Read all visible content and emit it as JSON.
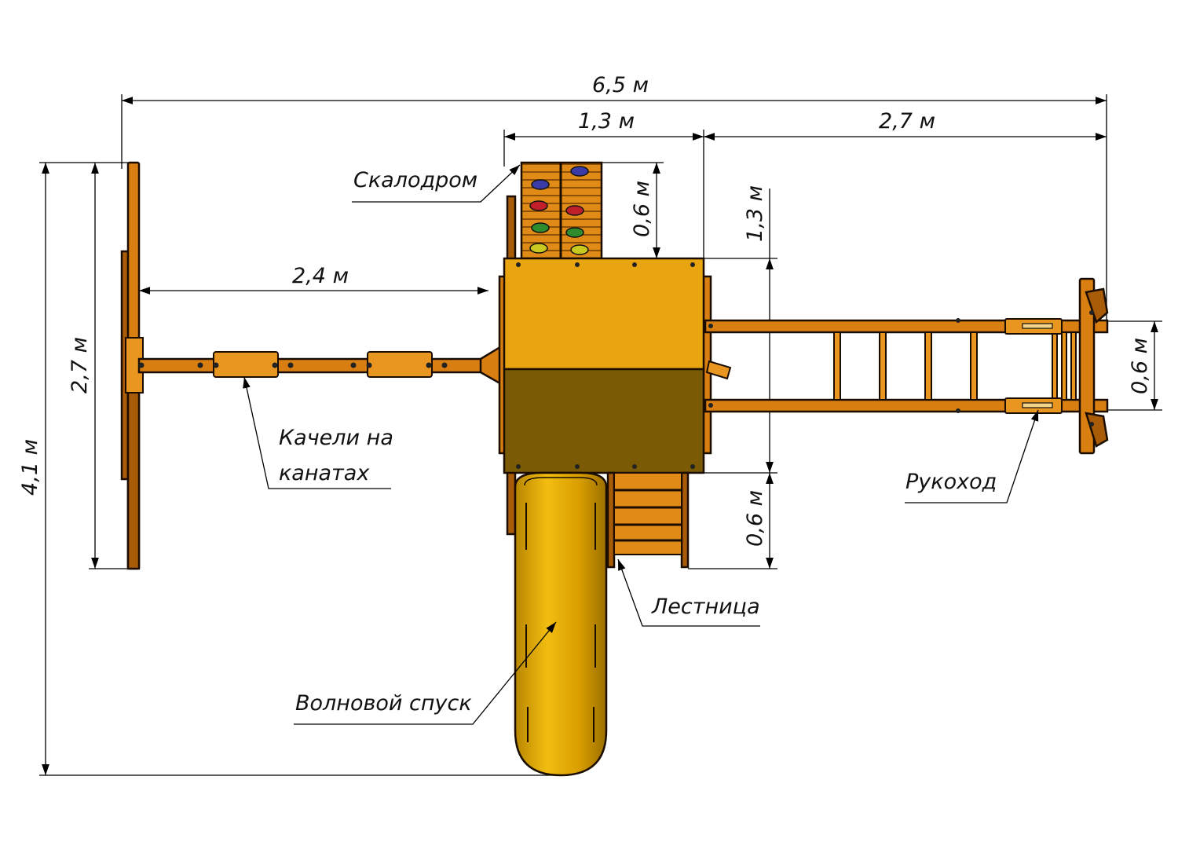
{
  "dimensions": {
    "total_width": "6,5 м",
    "tower_width": "1,3 м",
    "monkey_bars_length": "2,7 м",
    "swing_beam_length": "2,4 м",
    "climbing_wall_depth": "0,6 м",
    "tower_depth": "1,3 м",
    "stair_depth": "0,6 м",
    "monkey_bars_width": "0,6 м",
    "swing_frame_width": "2,7 м",
    "total_depth": "4,1 м"
  },
  "labels": {
    "climbing_wall": "Скалодром",
    "swing_line1": "Качели на",
    "swing_line2": "канатах",
    "monkey_bars": "Рукоход",
    "stairs": "Лестница",
    "slide": "Волновой спуск"
  },
  "colors": {
    "wood": "#d97f12",
    "roof_light": "#e8a510",
    "roof_dark": "#7a5a05",
    "slide": "#e0a800",
    "hold_blue": "#3b3ba8",
    "hold_red": "#c0202a",
    "hold_green": "#2e8b2e",
    "hold_yellow": "#c8c820"
  }
}
